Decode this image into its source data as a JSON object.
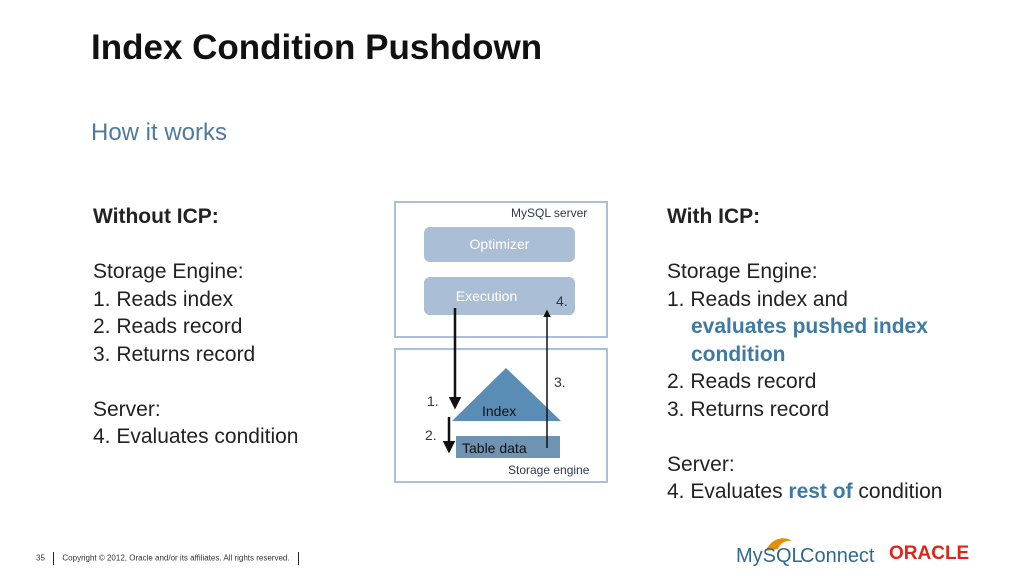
{
  "slide": {
    "title": "Index Condition Pushdown",
    "subtitle": "How it works"
  },
  "left": {
    "heading": "Without ICP:",
    "engine_heading": "Storage Engine:",
    "engine_steps": [
      "1. Reads index",
      "2. Reads record",
      "3. Returns record"
    ],
    "server_heading": "Server:",
    "server_step": "4. Evaluates condition"
  },
  "right": {
    "heading": "With ICP:",
    "engine_heading": "Storage Engine:",
    "step1": "1. Reads index and",
    "step1_hl_a": "evaluates pushed index",
    "step1_hl_b": "condition",
    "step2": "2. Reads record",
    "step3": "3. Returns record",
    "server_heading": "Server:",
    "server_step_pre": "4. Evaluates ",
    "server_step_hl": "rest of",
    "server_step_post": " condition"
  },
  "diagram": {
    "server_label": "MySQL server",
    "optimizer": "Optimizer",
    "execution": "Execution",
    "engine_label": "Storage engine",
    "index": "Index",
    "table_data": "Table data",
    "steps": [
      "1.",
      "2.",
      "3.",
      "4."
    ]
  },
  "footer": {
    "page": "35",
    "copyright": "Copyright © 2012, Oracle and/or its affiliates. All rights reserved."
  },
  "logos": {
    "mysql_a": "MySQL",
    "mysql_b": "Connect",
    "oracle": "ORACLE"
  },
  "colors": {
    "accent": "#3e7aa3",
    "subtitle": "#4f7a9e",
    "box_border": "#a9c0d8",
    "pill": "#aabfd6",
    "index_shape": "#5a8db5",
    "oracle_red": "#e2231a"
  }
}
